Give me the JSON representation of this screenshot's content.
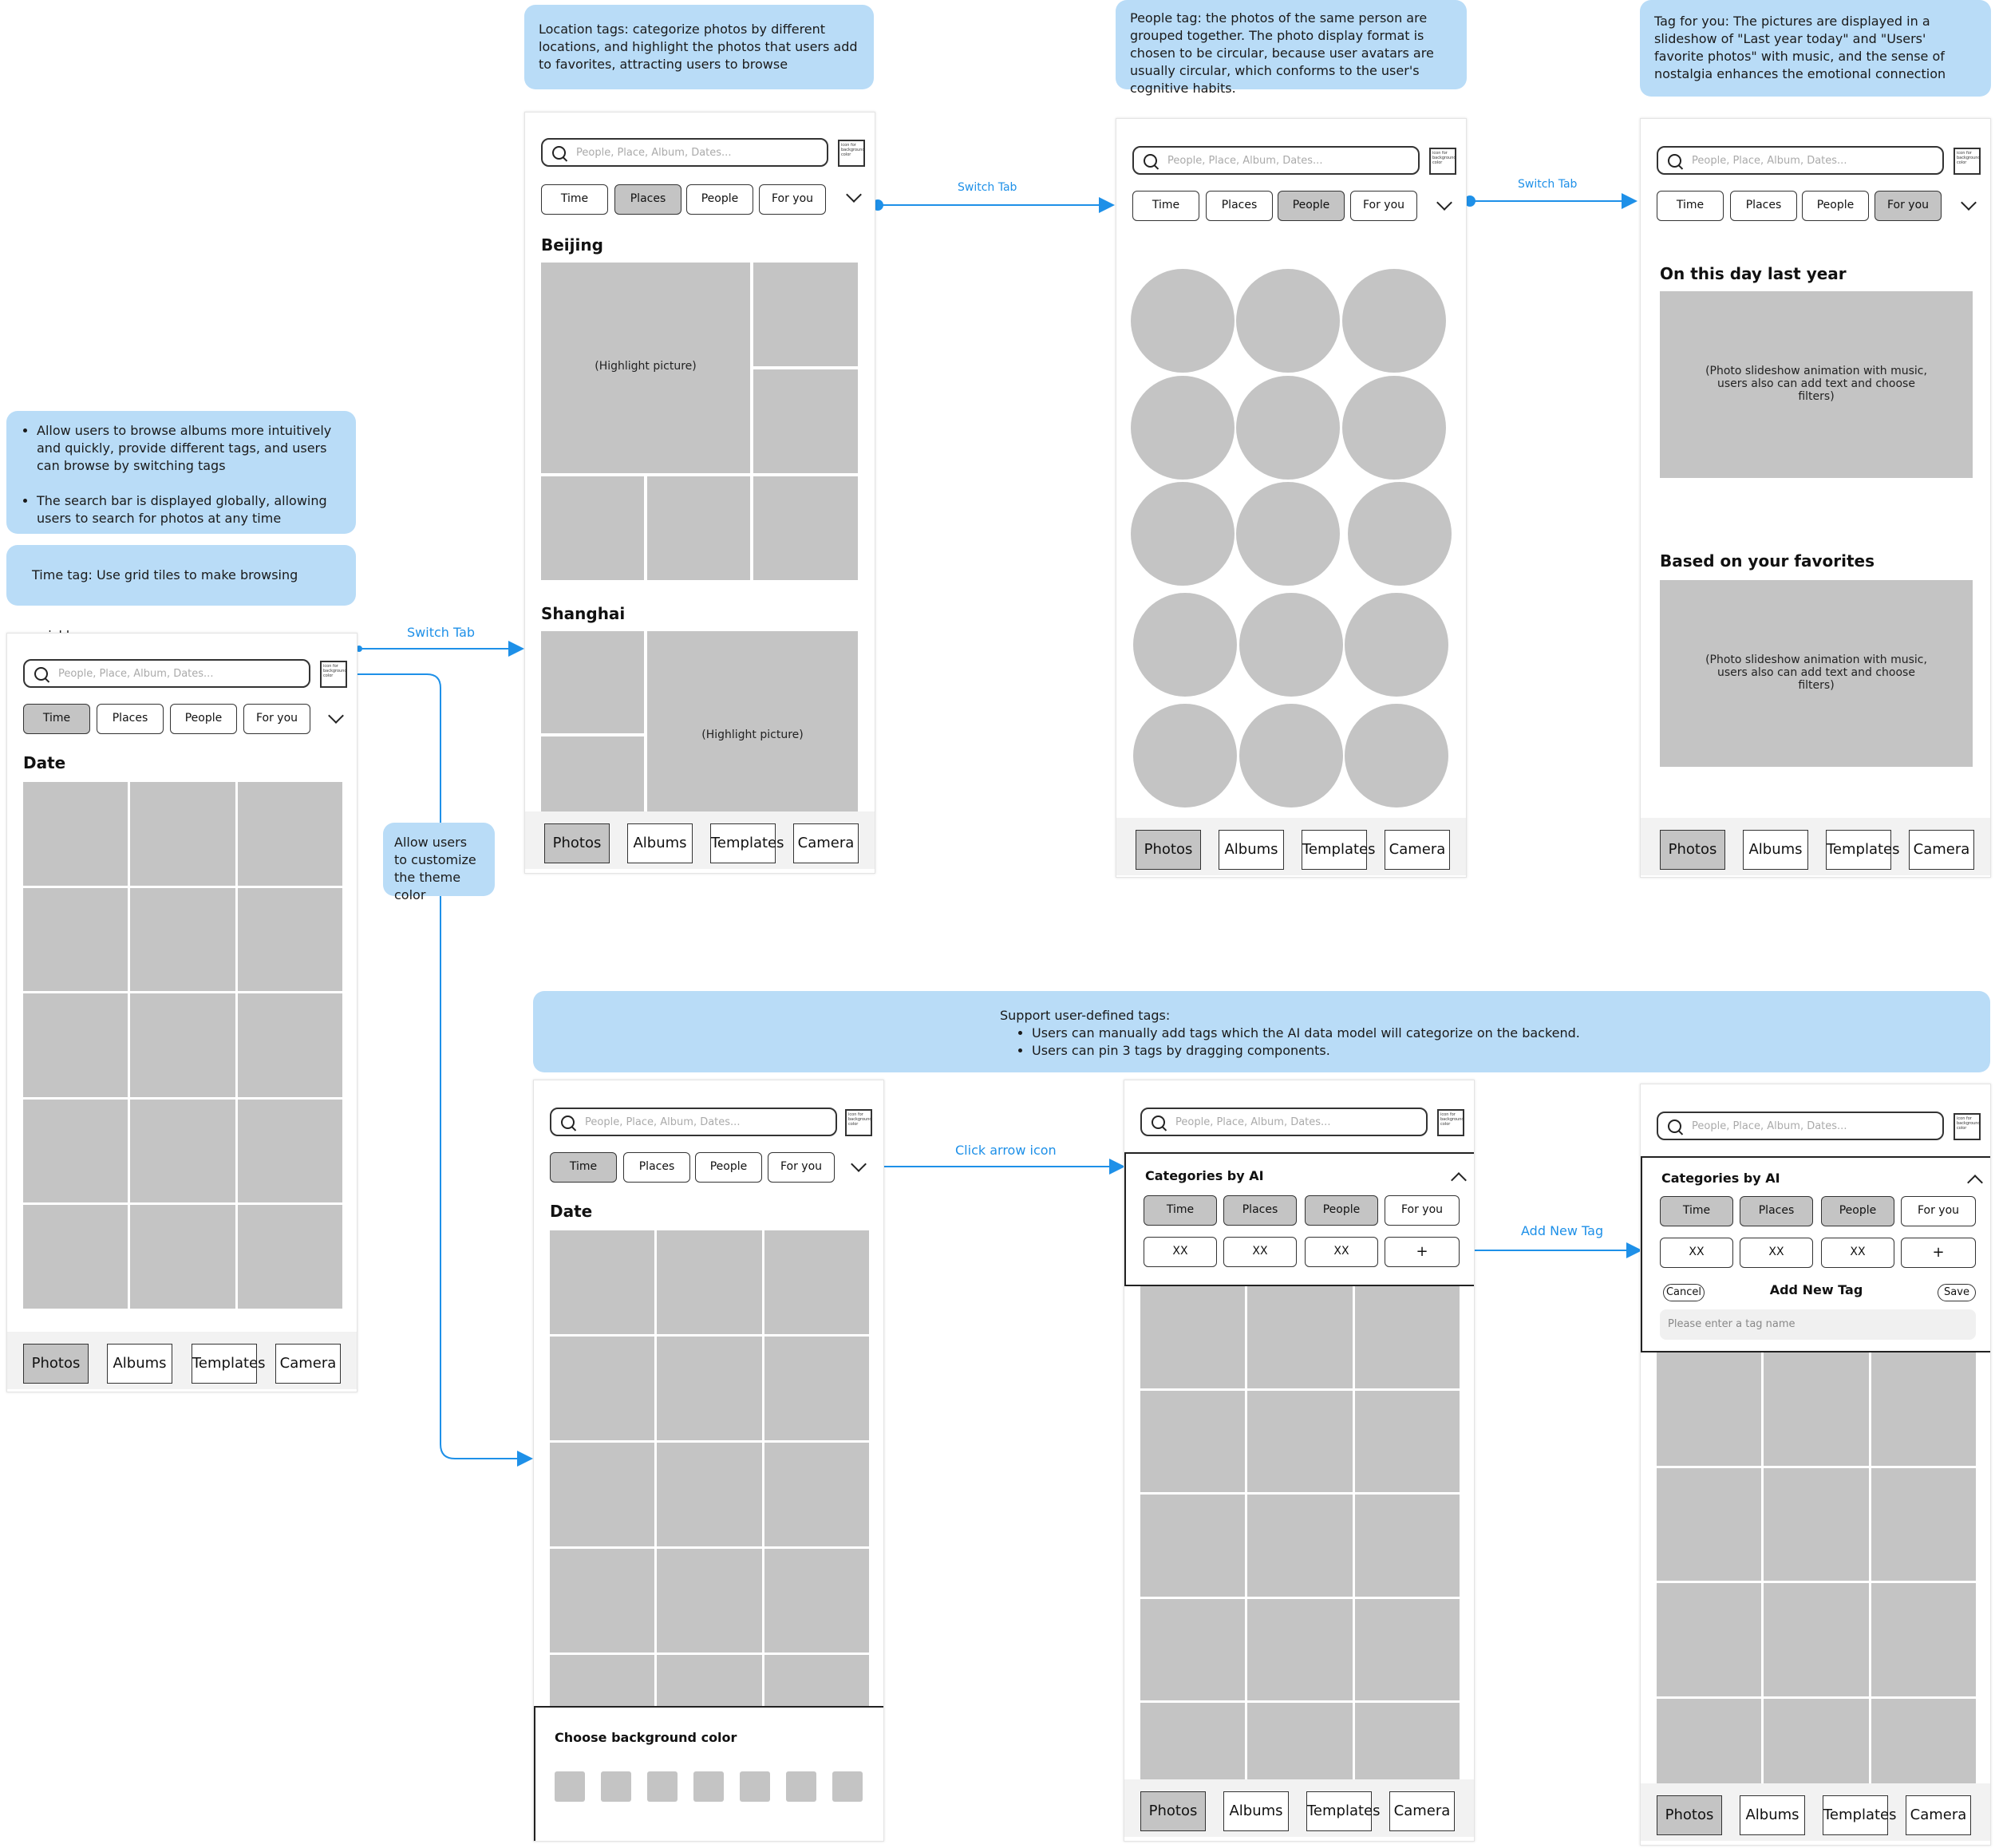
{
  "notes": {
    "intro_bullets": [
      "Allow users to browse albums more intuitively and quickly, provide different tags, and users can browse by switching tags",
      "The search bar is displayed globally, allowing users to search for photos at any time"
    ],
    "time_tag": "Time tag: Use grid tiles to make browsing quickly.",
    "location_tag": "Location tags: categorize photos by different locations, and highlight the photos that users add to favorites, attracting users to browse",
    "people_tag": "People tag: the photos of the same person are grouped together. The photo display format is chosen to be circular, because user avatars are usually circular, which conforms to the user's cognitive habits.",
    "for_you_tag": "Tag for you: The pictures are displayed in a slideshow of \"Last year today\" and \"Users' favorite photos\" with music, and the sense of nostalgia enhances the emotional connection",
    "theme_color": "Allow users to customize the theme color",
    "user_tags_title": "Support user-defined tags:",
    "user_tags_bullets": [
      "Users can manually add tags which the AI data model will categorize on the backend.",
      "Users can pin 3 tags by dragging components."
    ]
  },
  "arrows": {
    "switch_tab": "Switch Tab",
    "click_arrow": "Click arrow icon",
    "add_new_tag": "Add New Tag"
  },
  "common": {
    "search_placeholder": "People, Place, Album, Dates...",
    "icon_label": "icon for background color",
    "tabs": [
      "Time",
      "Places",
      "People",
      "For you"
    ],
    "nav": [
      "Photos",
      "Albums",
      "Templates",
      "Camera"
    ]
  },
  "screens": {
    "time": {
      "heading": "Date"
    },
    "places": {
      "heading1": "Beijing",
      "heading2": "Shanghai",
      "highlight": "(Highlight picture)"
    },
    "foryou": {
      "heading1": "On this day last year",
      "heading2": "Based on your favorites",
      "slideshow": "(Photo slideshow animation with music, users also can add text and choose filters)"
    },
    "theme": {
      "heading": "Date",
      "panel_title": "Choose background color"
    },
    "categories": {
      "title": "Categories by AI",
      "custom_tags": [
        "XX",
        "XX",
        "XX",
        "+"
      ]
    },
    "add_tag": {
      "title": "Categories by AI",
      "cancel": "Cancel",
      "dialog_title": "Add New Tag",
      "save": "Save",
      "input_placeholder": "Please enter a tag name"
    }
  },
  "colors": {
    "note_bg": "#b9dcf7",
    "arrow": "#1e90e8",
    "tile": "#c4c4c4"
  }
}
